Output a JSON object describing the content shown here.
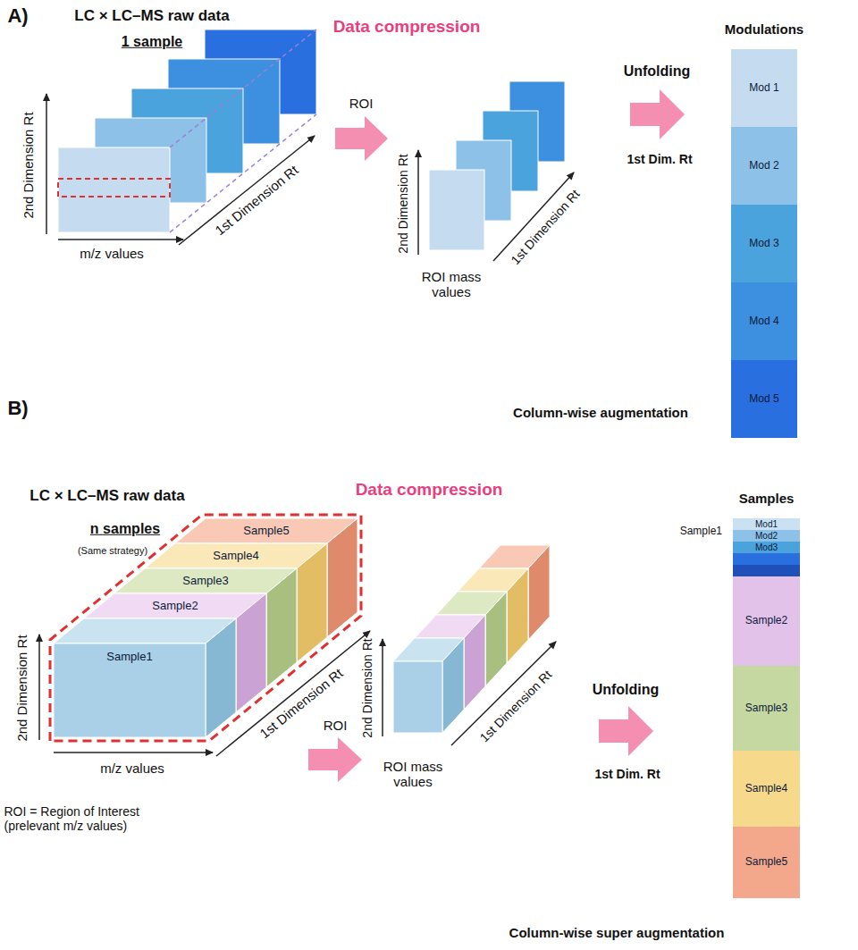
{
  "diagram": {
    "nodes": [
      {
        "text": [
          "Modulations"
        ]
      },
      {
        "text": [
          "Mod 1"
        ],
        "in": 0
      },
      {
        "text": [
          "Mod 2"
        ],
        "in": 0
      },
      {
        "text": [
          "Mod 3"
        ],
        "in": 0
      },
      {
        "text": [
          "Mod 4"
        ],
        "in": 0
      },
      {
        "text": [
          "Mod 5"
        ],
        "in": 0
      },
      {
        "text": [
          "Sample1"
        ]
      },
      {
        "text": [
          "Sample2"
        ]
      },
      {
        "text": [
          "Sample3"
        ]
      },
      {
        "text": [
          "Sample4"
        ]
      },
      {
        "text": [
          "Sample5"
        ]
      },
      {
        "text": [
          "Samples"
        ]
      },
      {
        "text": [
          "Sample1"
        ],
        "in": 11
      },
      {
        "text": [
          "Mod1"
        ],
        "in": 12
      },
      {
        "text": [
          "Mod2"
        ],
        "in": 12
      },
      {
        "text": [
          "Mod3"
        ],
        "in": 12
      },
      {
        "text": [
          "Sample2"
        ],
        "in": 11
      },
      {
        "text": [
          "Sample3"
        ],
        "in": 11
      },
      {
        "text": [
          "Sample4"
        ],
        "in": 11
      },
      {
        "text": [
          "Sample5"
        ],
        "in": 11
      }
    ],
    "labels": [
      "A)",
      "LC × LC–MS raw data",
      "1 sample",
      "2nd Dimension Rt",
      "m/z values",
      "1st Dimension Rt",
      "Data compression",
      "ROI",
      "2nd Dimension Rt",
      "ROI mass values",
      "1st Dimension Rt",
      "Unfolding",
      "1st Dim. Rt",
      "Column-wise augmentation",
      "B)",
      "LC × LC–MS raw data",
      "n samples",
      "(Same strategy)",
      "2nd Dimension Rt",
      "m/z values",
      "1st Dimension Rt",
      "ROI = Region of Interest (prelevant m/z values)",
      "Data compression",
      "ROI",
      "2nd Dimension Rt",
      "ROI mass values",
      "1st Dimension Rt",
      "Unfolding",
      "1st Dim. Rt",
      "Column-wise super augmentation"
    ]
  }
}
